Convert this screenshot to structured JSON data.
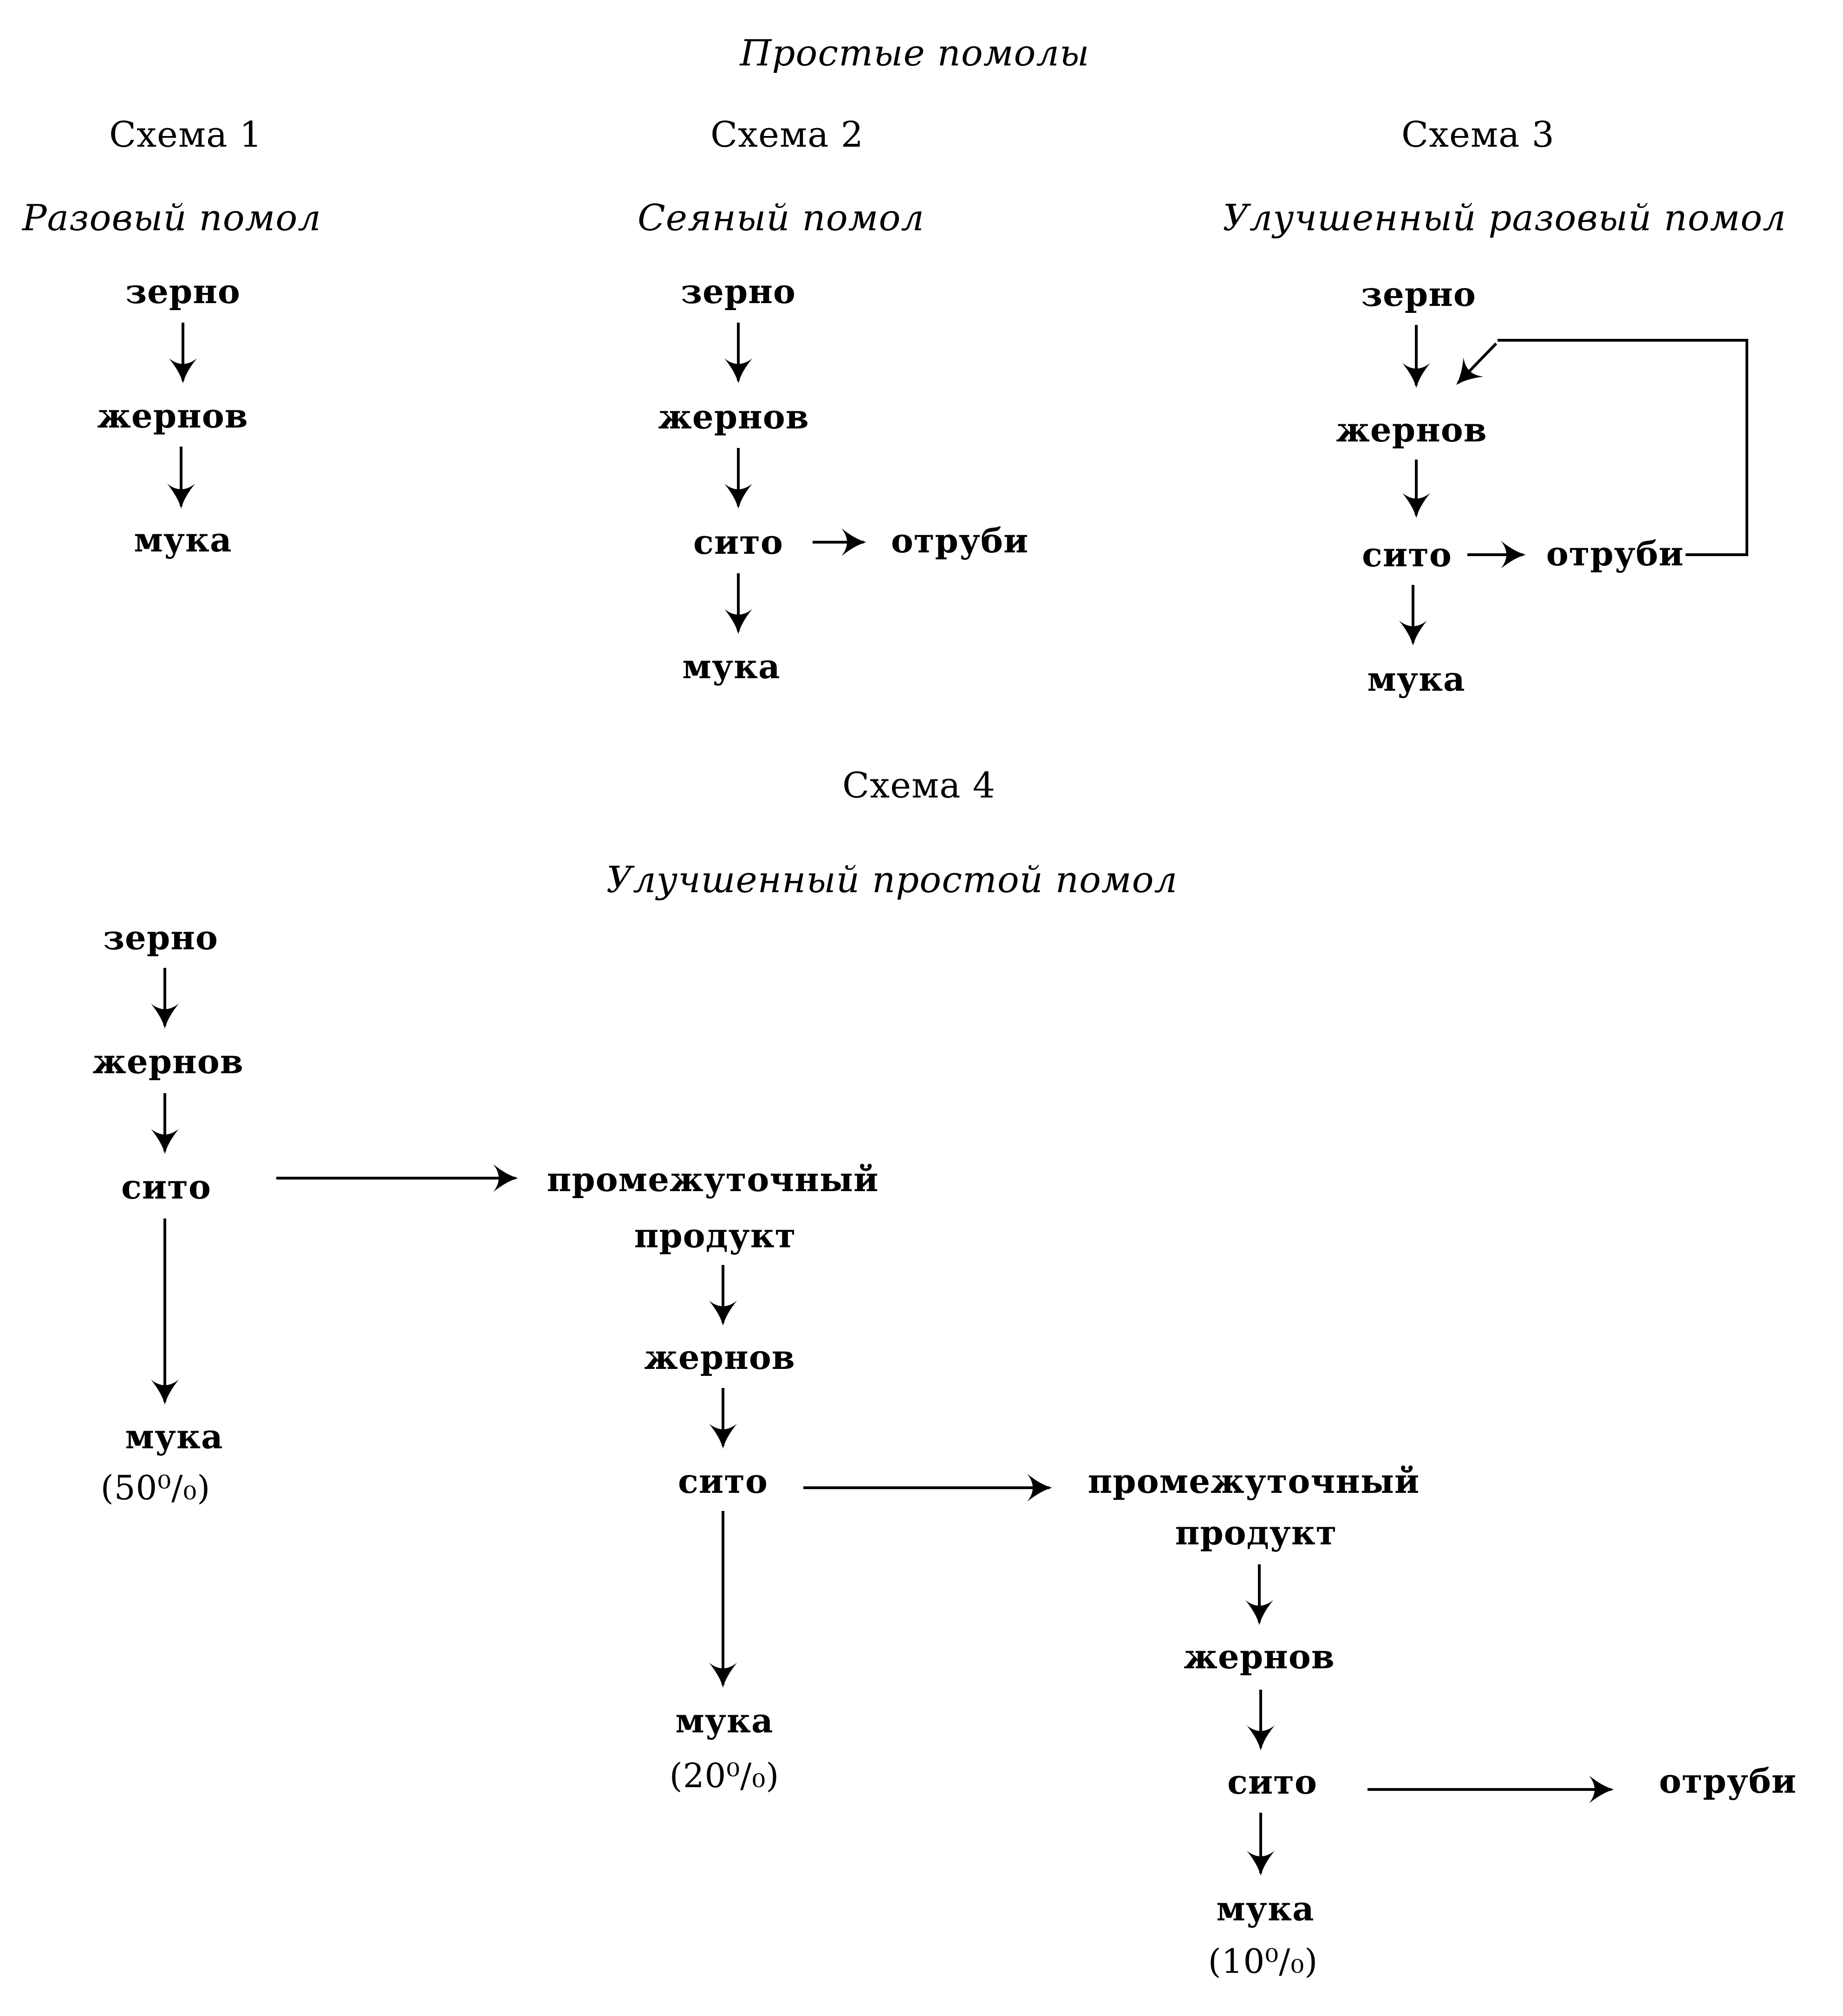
{
  "title": "Простые помолы",
  "schemes": [
    {
      "label": "Схема 1",
      "name": "Разовый помол",
      "steps": [
        "зерно",
        "жернов",
        "мука"
      ]
    },
    {
      "label": "Схема 2",
      "name": "Сеяный помол",
      "steps": [
        "зерно",
        "жернов",
        "сито",
        "мука"
      ],
      "side_output": "отруби"
    },
    {
      "label": "Схема 3",
      "name": "Улучшенный разовый помол",
      "steps": [
        "зерно",
        "жернов",
        "сито",
        "мука"
      ],
      "side_output": "отруби",
      "loop_note": "отруби возвращаются на жернов"
    },
    {
      "label": "Схема 4",
      "name": "Улучшенный простой помол",
      "stages": [
        {
          "steps": [
            "зерно",
            "жернов",
            "сито"
          ],
          "output": "мука",
          "output_share": "(50⁰/₀)",
          "next": "промежуточный продукт"
        },
        {
          "input_line1": "промежуточный",
          "input_line2": "продукт",
          "steps": [
            "жернов",
            "сито"
          ],
          "output": "мука",
          "output_share": "(20⁰/₀)",
          "next": "промежуточный продукт"
        },
        {
          "input_line1": "промежуточный",
          "input_line2": "продукт",
          "steps": [
            "жернов",
            "сито"
          ],
          "output": "мука",
          "output_share": "(10⁰/₀)",
          "side_output": "отруби"
        }
      ]
    }
  ]
}
